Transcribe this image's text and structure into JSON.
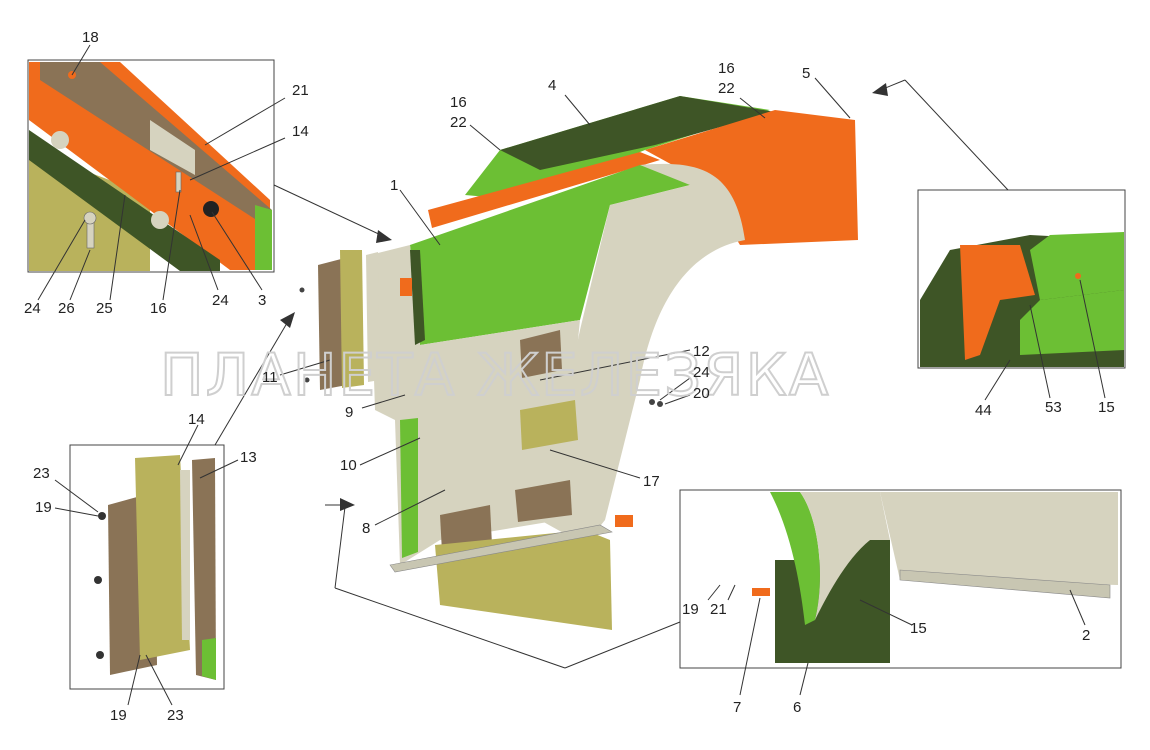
{
  "watermark": "ПЛАНЕТА ЖЕЛЕЗЯКА",
  "colors": {
    "green": "#6cbf34",
    "dark_green": "#3e5526",
    "orange": "#f06b1c",
    "beige": "#d6d3bf",
    "olive": "#b9b25c",
    "brown": "#8a7356"
  },
  "labels": {
    "l1": "1",
    "l2": "2",
    "l3": "3",
    "l4": "4",
    "l5": "5",
    "l6": "6",
    "l7": "7",
    "l8": "8",
    "l9": "9",
    "l10": "10",
    "l11": "11",
    "l12": "12",
    "l13": "13",
    "l14a": "14",
    "l14b": "14",
    "l15a": "15",
    "l15b": "15",
    "l16a": "16",
    "l16b": "16",
    "l16c": "16",
    "l17": "17",
    "l18": "18",
    "l19a": "19",
    "l19b": "19",
    "l19c": "19",
    "l20": "20",
    "l21a": "21",
    "l21b": "21",
    "l22a": "22",
    "l22b": "22",
    "l23a": "23",
    "l23b": "23",
    "l24a": "24",
    "l24b": "24",
    "l24c": "24",
    "l25": "25",
    "l26": "26",
    "l44": "44",
    "l53": "53"
  }
}
